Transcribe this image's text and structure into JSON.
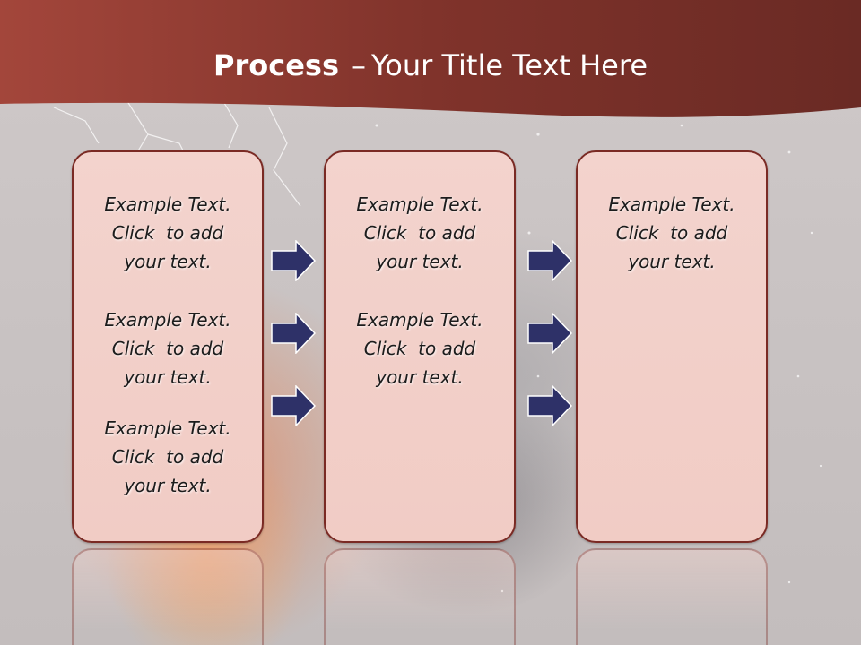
{
  "header": {
    "title_bold": "Process",
    "title_dash": "–",
    "title_rest": "Your Title Text Here",
    "color": "#8a3028"
  },
  "colors": {
    "panel_fill": "#f2cfc8",
    "panel_border": "#7a2a24",
    "arrow_fill": "#2e3168"
  },
  "columns": [
    {
      "blocks": [
        {
          "lines": [
            "Example Text.",
            "Click  to add",
            "your text."
          ]
        },
        {
          "lines": [
            "Example Text.",
            "Click  to add",
            "your text."
          ]
        },
        {
          "lines": [
            "Example Text.",
            "Click  to add",
            "your text."
          ]
        }
      ]
    },
    {
      "blocks": [
        {
          "lines": [
            "Example Text.",
            "Click  to add",
            "your text."
          ]
        },
        {
          "lines": [
            "Example Text.",
            "Click  to add",
            "your text."
          ]
        }
      ]
    },
    {
      "blocks": [
        {
          "lines": [
            "Example Text.",
            "Click  to add",
            "your text."
          ]
        }
      ]
    }
  ],
  "arrows": {
    "icon": "right-arrow-icon"
  }
}
